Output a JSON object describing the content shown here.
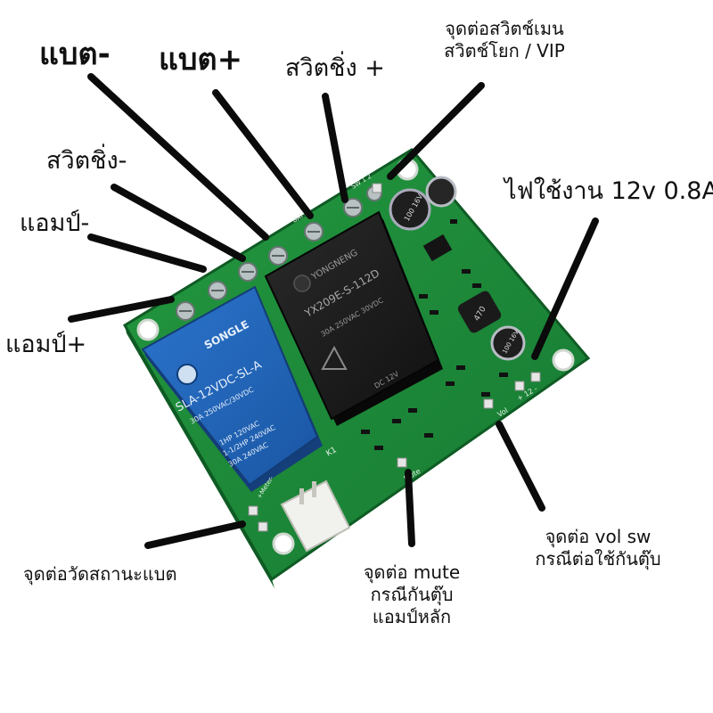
{
  "labels": {
    "batt_minus": "แบต-",
    "batt_plus": "แบต+",
    "switch_plus": "สวิตชิ่ง +",
    "main_switch_l1": "จุดต่อสวิตช์เมน",
    "main_switch_l2": "สวิตช์โยก / VIP",
    "switch_minus": "สวิตชิ่ง-",
    "power": "ไฟใช้งาน 12v 0.8A",
    "amp_minus": "แอมป์-",
    "amp_plus": "แอมป์+",
    "battery_measure": "จุดต่อวัดสถานะแบต",
    "mute_l1": "จุดต่อ mute",
    "mute_l2": "กรณีกันตุ๊บ",
    "mute_l3": "แอมป์หลัก",
    "vol_l1": "จุดต่อ vol sw",
    "vol_l2": "กรณีต่อใช้กันตุ๊บ"
  },
  "board": {
    "relay_blue": {
      "brand": "SONGLE",
      "model": "SLA-12VDC-SL-A",
      "rating1": "30A 250VAC/30VDC",
      "rating2": "1HP 120VAC",
      "rating3": "1-1/2HP 240VAC",
      "rating4": "30A 240VAC"
    },
    "relay_black": {
      "brand": "YONGNENG",
      "model": "YX209E-S-112D",
      "rating": "30A 250VAC 30VDC",
      "coil": "DC 12V"
    },
    "silk": {
      "k1": "K1",
      "plus12": "+ 12 -",
      "vol": "Vol",
      "mute": "Mute",
      "meter": "+Meter-",
      "sw": "SW 1 2",
      "batt": "BATT+",
      "inductor": "470",
      "cap_top": "100 16V",
      "cap_bot": "100 16V"
    }
  },
  "colors": {
    "pcb": "#1f8a3a",
    "pcb_dark": "#146a2b",
    "relay_blue": "#1f63b8",
    "relay_black": "#1c1c1c",
    "line": "#0b0b0b"
  }
}
